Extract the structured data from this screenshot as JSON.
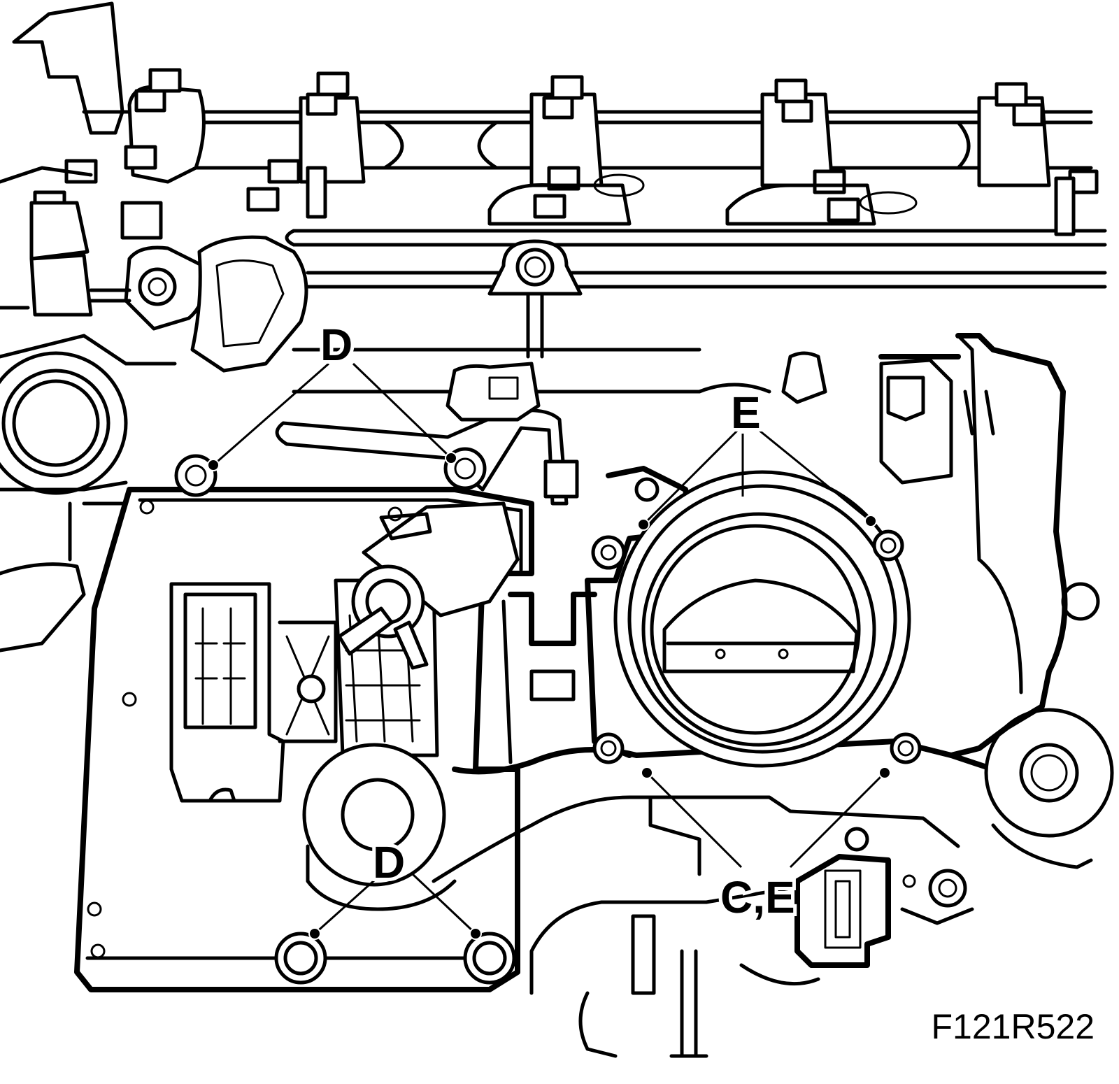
{
  "figure_id": "F121R522",
  "callouts": [
    {
      "id": "d-top",
      "label": "D"
    },
    {
      "id": "e-top",
      "label": "E"
    },
    {
      "id": "d-bottom",
      "label": "D"
    },
    {
      "id": "ce-bottom",
      "label": "C,E"
    }
  ]
}
